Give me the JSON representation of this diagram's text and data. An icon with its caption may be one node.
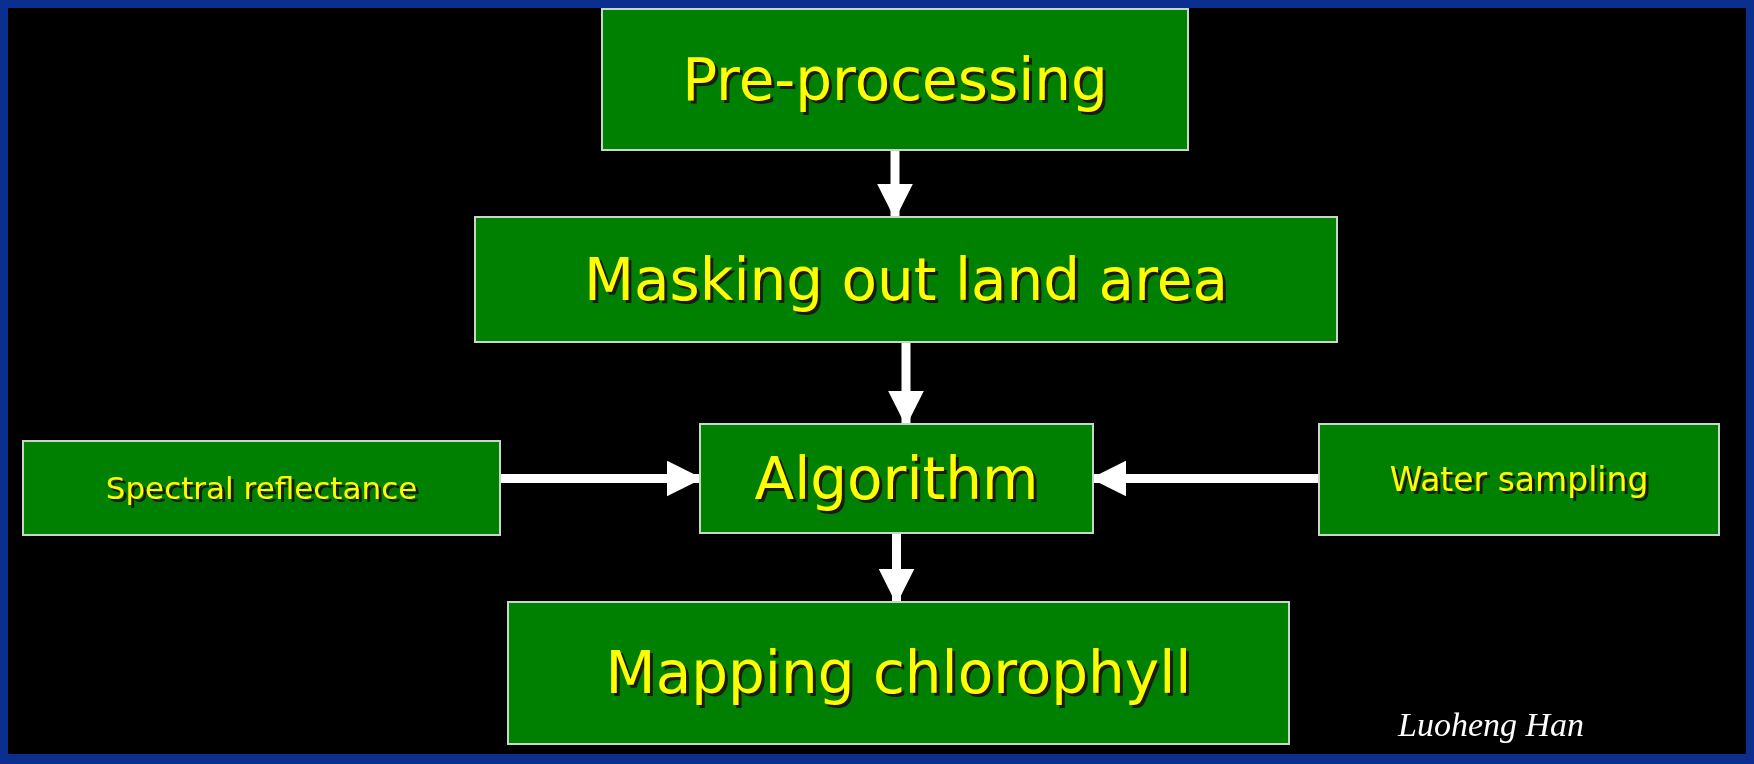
{
  "diagram": {
    "nodes": [
      {
        "text": [
          "Pre-processing"
        ]
      },
      {
        "text": [
          "Masking out land area"
        ]
      },
      {
        "text": [
          "Algorithm"
        ]
      },
      {
        "text": [
          "Spectral reflectance"
        ]
      },
      {
        "text": [
          "Water sampling"
        ]
      },
      {
        "text": [
          "Mapping chlorophyll"
        ]
      }
    ],
    "edges": [
      {
        "from": 0,
        "to": 1,
        "arrow": "to"
      },
      {
        "from": 1,
        "to": 2,
        "arrow": "to"
      },
      {
        "from": 3,
        "to": 2,
        "arrow": "to"
      },
      {
        "from": 4,
        "to": 2,
        "arrow": "to"
      },
      {
        "from": 2,
        "to": 5,
        "arrow": "to"
      }
    ],
    "labels": [
      "Luoheng Han"
    ]
  }
}
